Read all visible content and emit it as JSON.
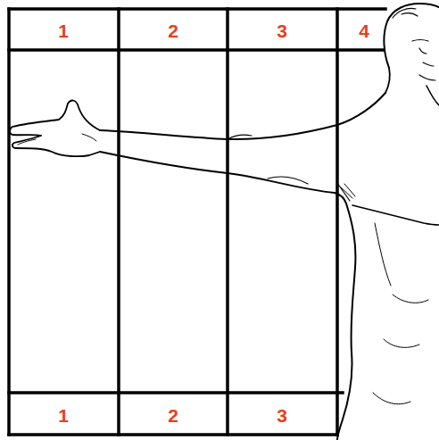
{
  "diagram": {
    "labels": [
      "1",
      "2",
      "3",
      "4",
      "1",
      "2",
      "3"
    ]
  }
}
